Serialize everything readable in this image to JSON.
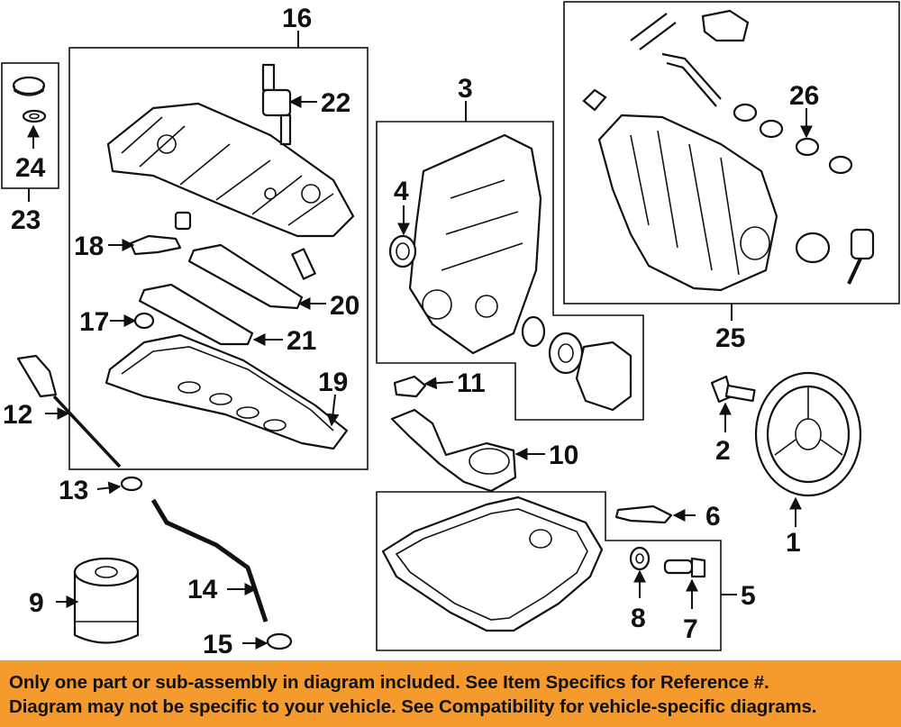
{
  "diagram": {
    "callouts": [
      "1",
      "2",
      "3",
      "4",
      "5",
      "6",
      "7",
      "8",
      "9",
      "10",
      "11",
      "12",
      "13",
      "14",
      "15",
      "16",
      "17",
      "18",
      "19",
      "20",
      "21",
      "22",
      "23",
      "24",
      "25",
      "26"
    ]
  },
  "footer": {
    "line1": "Only one part or sub-assembly in diagram included. See Item Specifics for Reference #.",
    "line2": "Diagram may not be specific to your vehicle. See Compatibility for vehicle-specific diagrams."
  },
  "colors": {
    "footer_background": "#f59a2c",
    "line_art": "#111111",
    "background": "#ffffff"
  }
}
